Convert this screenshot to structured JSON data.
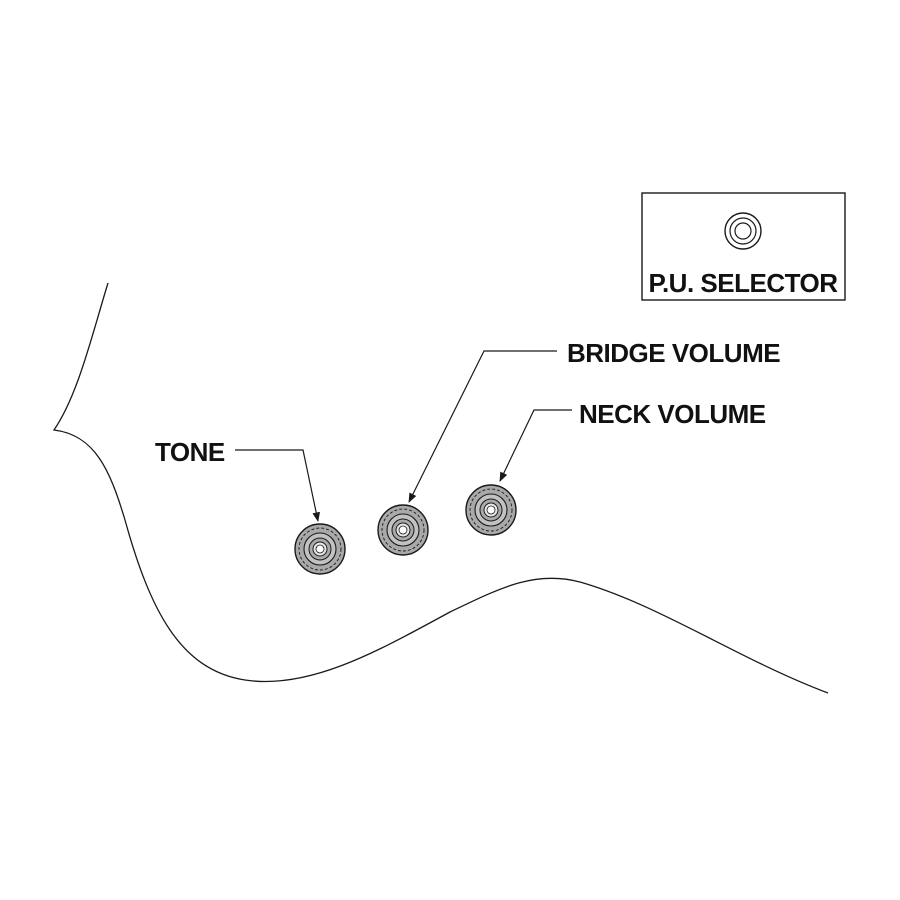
{
  "labels": {
    "tone": "TONE",
    "bridge_volume": "BRIDGE VOLUME",
    "neck_volume": "NECK VOLUME",
    "pu_selector": "P.U. SELECTOR"
  },
  "colors": {
    "ink": "#1a1a1a",
    "knob_fill": "#a9a9a9",
    "knob_cap": "#d9d9d9",
    "background": "#ffffff"
  }
}
